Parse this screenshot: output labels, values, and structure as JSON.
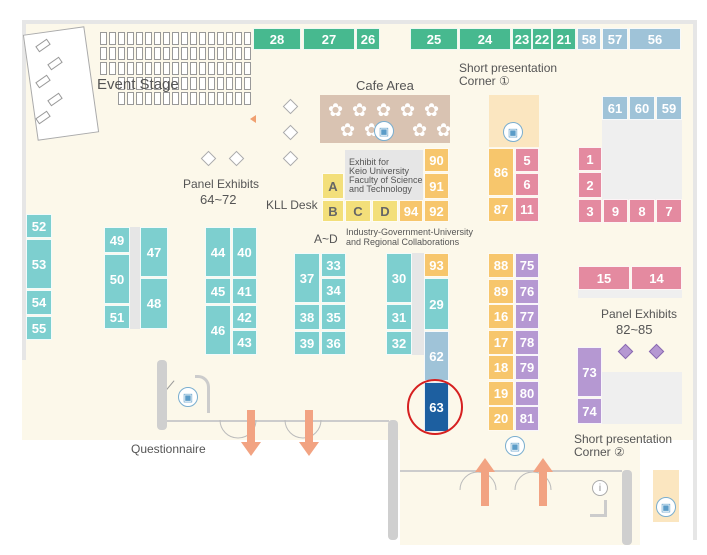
{
  "areas": {
    "event_stage": "Event Stage",
    "cafe_area": "Cafe Area",
    "short_presentation_1": [
      "Short presentation",
      "Corner ①"
    ],
    "short_presentation_2": [
      "Short presentation",
      "Corner ②"
    ],
    "panel_exhibits_1": [
      "Panel Exhibits",
      "64~72"
    ],
    "panel_exhibits_2": [
      "Panel Exhibits",
      "82~85"
    ],
    "kll_desk": "KLL Desk",
    "keio_exhibit": [
      "Exhibit for",
      "Keio University",
      "Faculty of Science",
      "and Technology"
    ],
    "industry_label_prefix": "A~D",
    "industry_label": [
      "Industry-Government-University",
      "and Regional Collaborations"
    ],
    "questionnaire": "Questionnaire"
  },
  "booths": {
    "top_row": [
      "28",
      "27",
      "26",
      "25",
      "24",
      "23",
      "22",
      "21",
      "58",
      "57",
      "56"
    ],
    "right_top": [
      "61",
      "60",
      "59"
    ],
    "left_col": [
      "52",
      "53",
      "54",
      "55"
    ],
    "col_49": [
      "49",
      "50",
      "51"
    ],
    "col_47": [
      "47",
      "48"
    ],
    "col_44": [
      "44",
      "45",
      "46"
    ],
    "col_40": [
      "40",
      "41",
      "42",
      "43"
    ],
    "col_37": [
      "37",
      "38",
      "39"
    ],
    "col_33": [
      "33",
      "34",
      "35",
      "36"
    ],
    "col_30": [
      "30",
      "31",
      "32"
    ],
    "col_93": [
      "93",
      "29",
      "62",
      "63"
    ],
    "col_90": [
      "90",
      "91",
      "92"
    ],
    "industry": [
      "A",
      "B",
      "C",
      "D",
      "94"
    ],
    "col_86": [
      "86",
      "87"
    ],
    "col_5": [
      "5",
      "6",
      "11"
    ],
    "col_88": [
      "88",
      "89",
      "16",
      "17",
      "18",
      "19",
      "20"
    ],
    "col_75": [
      "75",
      "76",
      "77",
      "78",
      "79",
      "80",
      "81"
    ],
    "pink_group": [
      "1",
      "2",
      "3",
      "9",
      "8",
      "7"
    ],
    "pink_pair": [
      "15",
      "14"
    ],
    "col_73": [
      "73",
      "74"
    ]
  },
  "selected_booth": "63",
  "info_icon": "i"
}
